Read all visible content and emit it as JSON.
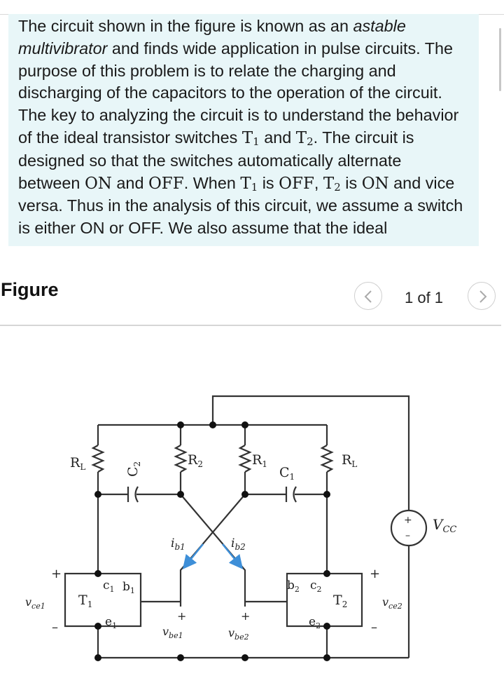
{
  "problem": {
    "p1": "The circuit shown in the figure is known as an ",
    "p1_em": "astable multivibrator",
    "p2": " and finds wide application in pulse circuits. The purpose of this problem is to relate the charging and discharging of the capacitors to the operation of the circuit. The key to analyzing the circuit is to understand the behavior of the ideal transistor switches ",
    "t1": "T",
    "t1_sub": "1",
    "p3": " and ",
    "t2": "T",
    "t2_sub": "2",
    "p4": ". The circuit is designed so that the switches automatically alternate between ",
    "on": "ON",
    "p5": " and ",
    "off": "OFF",
    "p6": ". When ",
    "t1b": "T",
    "t1b_sub": "1",
    "p7": " is ",
    "off2": "OFF",
    "p8": ", ",
    "t2b": "T",
    "t2b_sub": "2",
    "p9": " is ",
    "on2": "ON",
    "p10": " and vice versa. Thus in the analysis of this circuit, we assume a switch is either ON or OFF. We also assume that the ideal"
  },
  "figure": {
    "title": "Figure",
    "page_indicator": "1 of 1",
    "prev_icon": "chevron-left-icon",
    "next_icon": "chevron-right-icon"
  },
  "circuit": {
    "rl_left": "R",
    "rl_left_sub": "L",
    "c2": "C",
    "c2_sub": "2",
    "r2": "R",
    "r2_sub": "2",
    "r1": "R",
    "r1_sub": "1",
    "c1": "C",
    "c1_sub": "1",
    "rl_right": "R",
    "rl_right_sub": "L",
    "vcc": "V",
    "vcc_sub": "CC",
    "ib1": "i",
    "ib1_sub": "b1",
    "ib2": "i",
    "ib2_sub": "b2",
    "vce1": "v",
    "vce1_sub": "ce1",
    "vce2": "v",
    "vce2_sub": "ce2",
    "vbe1": "v",
    "vbe1_sub": "be1",
    "vbe2": "v",
    "vbe2_sub": "be2",
    "t1": "T",
    "t1_sub": "1",
    "t2": "T",
    "t2_sub": "2",
    "c1_node": "c",
    "c1_node_sub": "1",
    "b1_node": "b",
    "b1_node_sub": "1",
    "e1_node": "e",
    "e1_node_sub": "1",
    "b2_node": "b",
    "b2_node_sub": "2",
    "c2_node": "c",
    "c2_node_sub": "2",
    "e2_node": "e",
    "e2_node_sub": "2",
    "plus": "+",
    "minus": "–"
  },
  "colors": {
    "box_bg": "#e8f6f8",
    "arrow_blue": "#3e8fd8",
    "wire": "#333333"
  }
}
